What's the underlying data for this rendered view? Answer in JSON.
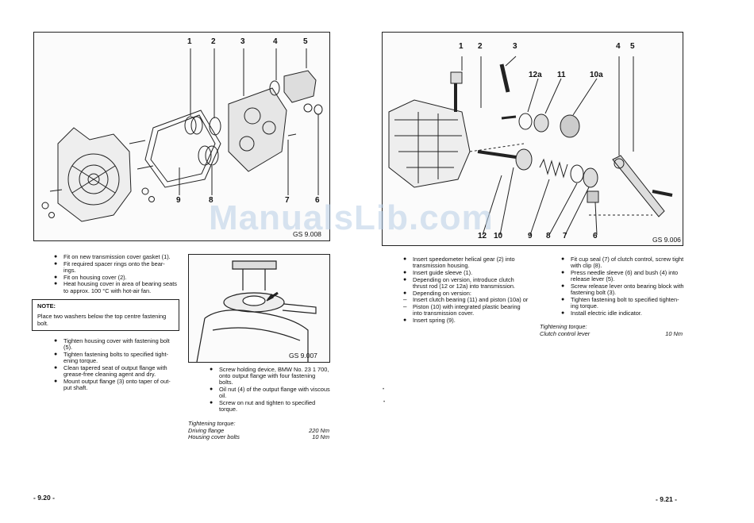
{
  "left_page": {
    "figure1": {
      "labels_top": [
        "1",
        "2",
        "3",
        "4",
        "5"
      ],
      "labels_bottom": [
        "9",
        "8",
        "7",
        "6"
      ],
      "id": "GS 9.008"
    },
    "figure2": {
      "id": "GS 9.007"
    },
    "steps_a": [
      "Fit on new transmission cover gasket (1).",
      "Fit required spacer rings onto the bear-ings.",
      "Fit on housing cover (2).",
      "Heat housing cover in area of bearing seats to approx. 100 °C with hot-air fan."
    ],
    "note_title": "NOTE:",
    "note_text": "Place two washers below the top centre fastening bolt.",
    "steps_b": [
      "Tighten housing cover with fastening bolt (5).",
      "Tighten fastening bolts to specified tight-ening torque.",
      "Clean tapered seat of output flange with grease-free cleaning agent and dry.",
      "Mount output flange (3) onto taper of out-put shaft."
    ],
    "steps_c": [
      "Screw holding device, BMW No. 23 1 700, onto output flange with four fastening bolts.",
      "Oil nut (4) of the output flange with viscous oil.",
      "Screw on nut and tighten to specified torque."
    ],
    "torque": {
      "title": "Tightening torque:",
      "rows": [
        {
          "label": "Driving flange",
          "value": "220 Nm"
        },
        {
          "label": "Housing cover bolts",
          "value": "10 Nm"
        }
      ]
    },
    "page_number": "- 9.20 -"
  },
  "right_page": {
    "figure": {
      "labels_top": [
        "1",
        "2",
        "3",
        "4",
        "5"
      ],
      "labels_mid": [
        "12a",
        "11",
        "10a"
      ],
      "labels_bottom": [
        "12",
        "10",
        "9",
        "8",
        "7",
        "6"
      ],
      "id": "GS 9.006"
    },
    "steps_left": [
      {
        "type": "bullet",
        "text": "Insert speedometer helical gear (2) into transmission housing."
      },
      {
        "type": "bullet",
        "text": "Insert guide sleeve (1)."
      },
      {
        "type": "bullet",
        "text": "Depending on version, introduce clutch thrust rod (12 or 12a) into transmission."
      },
      {
        "type": "bullet",
        "text": "Depending on version:"
      },
      {
        "type": "dash",
        "text": "Insert clutch bearing (11) and piston (10a) or"
      },
      {
        "type": "dash",
        "text": "Piston (10) with integrated plastic bearing into transmission cover."
      },
      {
        "type": "bullet",
        "text": "Insert spring (9)."
      }
    ],
    "steps_right": [
      "Fit cup seal (7) of clutch control, screw tight with clip (8).",
      "Press needle sleeve (6) and bush (4) into release lever (5).",
      "Screw release lever onto bearing block with fastening bolt (3).",
      "Tighten fastening bolt to specified tighten-ing torque.",
      "Install electric idle indicator."
    ],
    "torque": {
      "title": "Tightening torque:",
      "rows": [
        {
          "label": "Clutch control lever",
          "value": "10 Nm"
        }
      ]
    },
    "page_number": "- 9.21 -"
  },
  "watermark": "ManualsLib.com"
}
